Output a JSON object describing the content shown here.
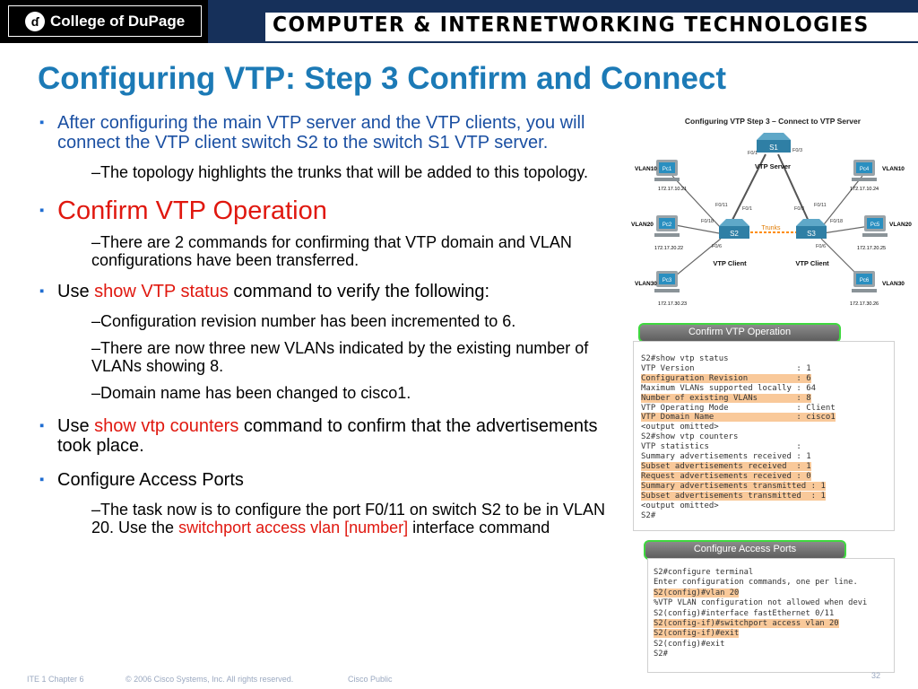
{
  "header": {
    "logo_glyph": "ɗ",
    "logo_text": "College of DuPage",
    "band_text": "COMPUTER & INTERNETWORKING TECHNOLOGIES"
  },
  "slide": {
    "title": "Configuring VTP: Step 3 Confirm and Connect",
    "bullet1": "After configuring the main VTP server and the VTP clients, you will connect the VTP client switch S2 to the switch S1 VTP server.",
    "bullet1_sub": "–The topology highlights the trunks that will be added to this topology.",
    "bullet2": "Confirm VTP Operation",
    "bullet2_sub": "–There are 2 commands for confirming that VTP domain and VLAN configurations have been transferred.",
    "bullet3_pre": "Use ",
    "bullet3_cmd": "show VTP status",
    "bullet3_post": " command to verify the following:",
    "bullet3_sub1": "–Configuration revision number has been incremented to 6.",
    "bullet3_sub2": "–There are now three new VLANs indicated by the existing number of VLANs showing 8.",
    "bullet3_sub3": "–Domain name has been changed to cisco1.",
    "bullet4_pre": "Use ",
    "bullet4_cmd": "show vtp counters",
    "bullet4_post": " command to confirm that the advertisements took place.",
    "bullet5": "Configure Access Ports",
    "bullet5_sub_pre": "–The task now is to configure the port F0/11 on switch S2 to be in VLAN 20. Use the ",
    "bullet5_sub_cmd": "switchport access vlan [number]",
    "bullet5_sub_post": " interface command"
  },
  "topology": {
    "title": "Configuring VTP Step 3 – Connect to VTP Server",
    "s1": "S1",
    "s2": "S2",
    "s3": "S3",
    "vtp_server": "VTP Server",
    "vtp_client_s2": "VTP Client",
    "vtp_client_s3": "VTP Client",
    "trunks": "Trunks",
    "p_s1_f01": "F0/1",
    "p_s1_f03": "F0/3",
    "p_s2_f01": "F0/1",
    "p_s2_f011": "F0/11",
    "p_s2_f018": "F0/18",
    "p_s2_f06": "F0/6",
    "p_s3_f03": "F0/3",
    "p_s3_f011": "F0/11",
    "p_s3_f018": "F0/18",
    "p_s3_f06": "F0/6",
    "pc1": "Pc1",
    "pc2": "Pc2",
    "pc3": "Pc3",
    "pc4": "Pc4",
    "pc5": "Pc5",
    "pc6": "Pc6",
    "pc1_vlan": "VLAN10",
    "pc2_vlan": "VLAN20",
    "pc3_vlan": "VLAN30",
    "pc4_vlan": "VLAN10",
    "pc5_vlan": "VLAN20",
    "pc6_vlan": "VLAN30",
    "pc1_ip": "172.17.10.21",
    "pc2_ip": "172.17.20.22",
    "pc3_ip": "172.17.30.23",
    "pc4_ip": "172.17.10.24",
    "pc5_ip": "172.17.20.25",
    "pc6_ip": "172.17.30.26"
  },
  "panel1": {
    "label": "Confirm VTP Operation",
    "lines": [
      "S2#show vtp status",
      "VTP Version                     : 1",
      "Configuration Revision          : 6",
      "Maximum VLANs supported locally : 64",
      "Number of existing VLANs        : 8",
      "VTP Operating Mode              : Client",
      "VTP Domain Name                 : cisco1",
      "<output omitted>",
      "S2#show vtp counters",
      "VTP statistics                  :",
      "Summary advertisements received : 1",
      "Subset advertisements received  : 1",
      "Request advertisements received : 0",
      "Summary advertisements transmitted : 1",
      "Subset advertisements transmitted  : 1",
      "<output omitted>",
      "S2#"
    ]
  },
  "panel2": {
    "label": "Configure Access Ports",
    "lines": [
      "S2#configure terminal",
      "Enter configuration commands, one per line.",
      "S2(config)#vlan 20",
      "%VTP VLAN configuration not allowed when devi",
      "S2(config)#interface fastEthernet 0/11",
      "S2(config-if)#switchport access vlan 20",
      "S2(config-if)#exit",
      "S2(config)#exit",
      "S2#"
    ]
  },
  "footer": {
    "course": "ITE 1 Chapter 6",
    "copyright": "© 2006 Cisco Systems, Inc. All rights reserved.",
    "classification": "Cisco Public",
    "page": "32"
  },
  "colors": {
    "title": "#1c7ab6",
    "bullet_text": "#1a4fa2",
    "command_red": "#e0180f",
    "header_navy": "#16305a",
    "highlight": "#f9c99a",
    "pill_border": "#3fd83f"
  }
}
